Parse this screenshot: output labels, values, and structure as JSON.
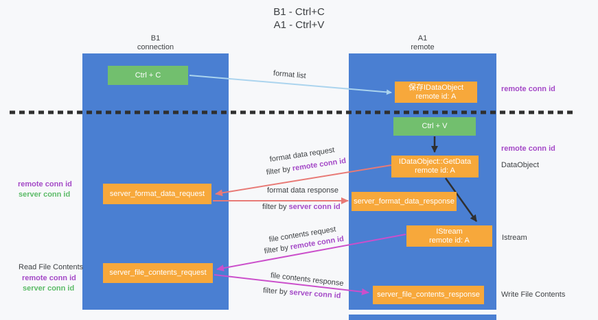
{
  "title": {
    "line1": "B1 - Ctrl+C",
    "line2": "A1 - Ctrl+V"
  },
  "lanes": {
    "left": {
      "header_line1": "B1",
      "header_line2": "connection"
    },
    "right": {
      "header_line1": "A1",
      "header_line2": "remote"
    }
  },
  "nodes": {
    "ctrl_c": "Ctrl + C",
    "ctrl_v": "Ctrl + V",
    "save_dataobject": {
      "line1": "保存IDataObject",
      "line2": "remote id: A"
    },
    "getdata": {
      "line1": "IDataObject::GetData",
      "line2": "remote id: A"
    },
    "istream": {
      "line1": "IStream",
      "line2": "remote id: A"
    },
    "format_request": "server_format_data_request",
    "format_response": "server_format_data_response",
    "file_request": "server_file_contents_request",
    "file_response": "server_file_contents_response"
  },
  "edge_labels": {
    "format_list": "format list",
    "format_data_request": "format data request",
    "format_data_response": "format data response",
    "file_contents_request": "file contents request",
    "file_contents_response": "file contents response",
    "filter_by": "filter by",
    "remote_conn_id": "remote conn id",
    "server_conn_id": "server conn id"
  },
  "side_labels": {
    "right_remote_conn_id_top": "remote conn id",
    "right_remote_conn_id_mid": "remote conn id",
    "dataobject": "DataObject",
    "istream": "Istream",
    "write_file_contents": "Write File Contents",
    "left_remote_conn_id": "remote conn id",
    "left_server_conn_id": "server conn id",
    "read_file_contents": "Read File Contents",
    "read_remote_conn_id": "remote conn id",
    "read_server_conn_id": "server conn id"
  },
  "colors": {
    "lane_blue": "#4a7fd2",
    "box_orange": "#f7a83b",
    "box_green": "#72bf6e",
    "arrow_light_blue": "#abd4ee",
    "arrow_salmon": "#e87a76",
    "arrow_magenta": "#cb4fcb",
    "arrow_black": "#2f2f2f",
    "text_purple": "#a449c7",
    "text_green": "#5cbb68",
    "background": "#f7f8fa"
  }
}
